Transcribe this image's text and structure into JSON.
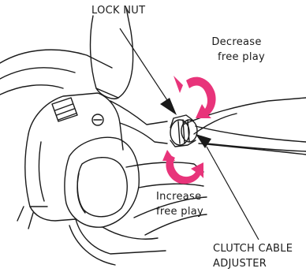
{
  "labels": {
    "lock_nut": "LOCK NUT",
    "decrease": [
      "Decrease",
      "free play"
    ],
    "increase": [
      "Increase",
      "free play"
    ],
    "adjuster": [
      "CLUTCH CABLE",
      "ADJUSTER"
    ]
  },
  "colors": {
    "line": "#1a1a1a",
    "arrow": "#e8347a",
    "background": "#ffffff"
  },
  "icons": {
    "decrease_arrow": "curved-arrow-icon",
    "increase_arrow": "curved-arrow-icon",
    "lock_nut_pointer": "pointer-arrow-icon",
    "adjuster_pointer": "pointer-arrow-icon"
  }
}
